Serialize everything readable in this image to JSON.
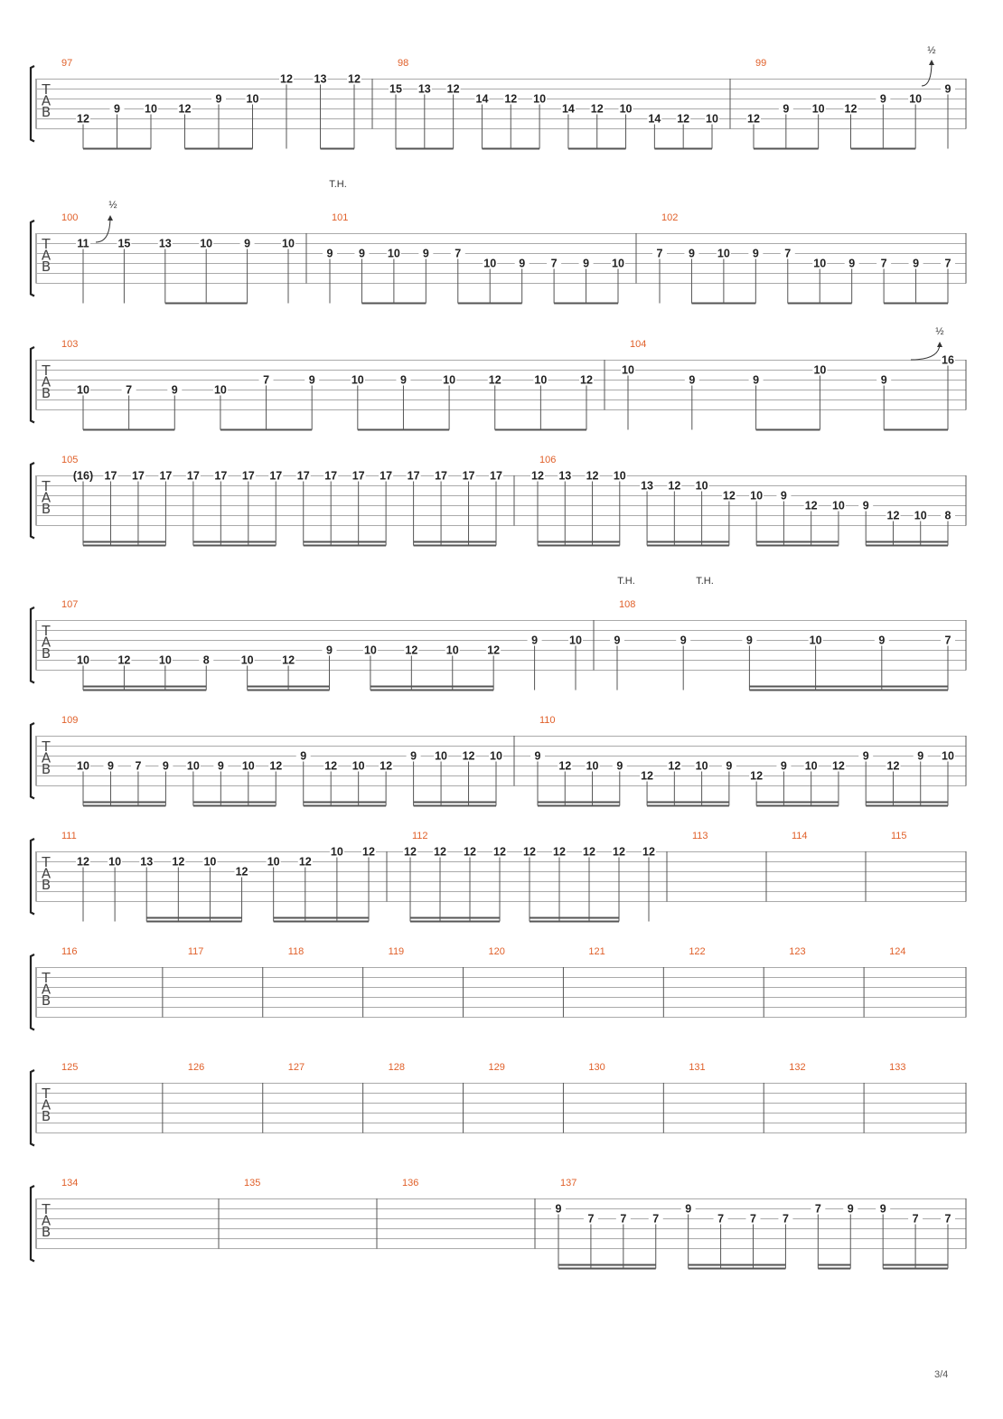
{
  "page": {
    "number": "3/4"
  },
  "tab_letters": [
    "T",
    "A",
    "B"
  ],
  "systems": [
    {
      "measures": [
        {
          "number": "97",
          "notes": [
            {
              "t": "12",
              "s": 4
            },
            {
              "t": "9",
              "s": 3
            },
            {
              "t": "10",
              "s": 3
            },
            {
              "t": "12",
              "s": 3
            },
            {
              "t": "9",
              "s": 2
            },
            {
              "t": "10",
              "s": 2
            },
            {
              "t": "12",
              "s": 0
            },
            {
              "t": "13",
              "s": 0
            },
            {
              "t": "12",
              "s": 0
            }
          ]
        },
        {
          "number": "98",
          "notes": [
            {
              "t": "15",
              "s": 1
            },
            {
              "t": "13",
              "s": 1
            },
            {
              "t": "12",
              "s": 1
            },
            {
              "t": "14",
              "s": 2
            },
            {
              "t": "12",
              "s": 2
            },
            {
              "t": "10",
              "s": 2
            },
            {
              "t": "14",
              "s": 3
            },
            {
              "t": "12",
              "s": 3
            },
            {
              "t": "10",
              "s": 3
            },
            {
              "t": "14",
              "s": 4
            },
            {
              "t": "12",
              "s": 4
            },
            {
              "t": "10",
              "s": 4
            }
          ]
        },
        {
          "number": "99",
          "notes": [
            {
              "t": "12",
              "s": 4
            },
            {
              "t": "9",
              "s": 3
            },
            {
              "t": "10",
              "s": 3
            },
            {
              "t": "12",
              "s": 3
            },
            {
              "t": "9",
              "s": 2
            },
            {
              "t": "10",
              "s": 2
            },
            {
              "t": "9",
              "s": 1
            }
          ]
        }
      ]
    },
    {
      "measures": [
        {
          "number": "100",
          "notes": [
            {
              "t": "11",
              "s": 1
            },
            {
              "t": "15",
              "s": 1
            },
            {
              "t": "13",
              "s": 1
            },
            {
              "t": "10",
              "s": 1
            },
            {
              "t": "9",
              "s": 1
            },
            {
              "t": "10",
              "s": 1
            }
          ]
        },
        {
          "number": "101",
          "notes": [
            {
              "t": "9",
              "s": 2
            },
            {
              "t": "9",
              "s": 2
            },
            {
              "t": "10",
              "s": 2
            },
            {
              "t": "9",
              "s": 2
            },
            {
              "t": "7",
              "s": 2
            },
            {
              "t": "10",
              "s": 3
            },
            {
              "t": "9",
              "s": 3
            },
            {
              "t": "7",
              "s": 3
            },
            {
              "t": "9",
              "s": 3
            },
            {
              "t": "10",
              "s": 3
            }
          ]
        },
        {
          "number": "102",
          "notes": [
            {
              "t": "7",
              "s": 2
            },
            {
              "t": "9",
              "s": 2
            },
            {
              "t": "10",
              "s": 2
            },
            {
              "t": "9",
              "s": 2
            },
            {
              "t": "7",
              "s": 2
            },
            {
              "t": "10",
              "s": 3
            },
            {
              "t": "9",
              "s": 3
            },
            {
              "t": "7",
              "s": 3
            },
            {
              "t": "9",
              "s": 3
            },
            {
              "t": "7",
              "s": 3
            }
          ]
        }
      ]
    },
    {
      "measures": [
        {
          "number": "103",
          "notes": [
            {
              "t": "10",
              "s": 3
            },
            {
              "t": "7",
              "s": 3
            },
            {
              "t": "9",
              "s": 3
            },
            {
              "t": "10",
              "s": 3
            },
            {
              "t": "7",
              "s": 2
            },
            {
              "t": "9",
              "s": 2
            },
            {
              "t": "10",
              "s": 2
            },
            {
              "t": "9",
              "s": 2
            },
            {
              "t": "10",
              "s": 2
            },
            {
              "t": "12",
              "s": 2
            },
            {
              "t": "10",
              "s": 2
            },
            {
              "t": "12",
              "s": 2
            }
          ]
        },
        {
          "number": "104",
          "notes": [
            {
              "t": "10",
              "s": 1
            },
            {
              "t": "9",
              "s": 2
            },
            {
              "t": "9",
              "s": 2
            },
            {
              "t": "10",
              "s": 1
            },
            {
              "t": "9",
              "s": 2
            },
            {
              "t": "16",
              "s": 0
            }
          ]
        }
      ]
    },
    {
      "measures": [
        {
          "number": "105",
          "notes": [
            {
              "t": "(16)",
              "s": 0
            },
            {
              "t": "17",
              "s": 0
            },
            {
              "t": "17",
              "s": 0
            },
            {
              "t": "17",
              "s": 0
            },
            {
              "t": "17",
              "s": 0
            },
            {
              "t": "17",
              "s": 0
            },
            {
              "t": "17",
              "s": 0
            },
            {
              "t": "17",
              "s": 0
            },
            {
              "t": "17",
              "s": 0
            },
            {
              "t": "17",
              "s": 0
            },
            {
              "t": "17",
              "s": 0
            },
            {
              "t": "17",
              "s": 0
            },
            {
              "t": "17",
              "s": 0
            },
            {
              "t": "17",
              "s": 0
            },
            {
              "t": "17",
              "s": 0
            },
            {
              "t": "17",
              "s": 0
            }
          ]
        },
        {
          "number": "106",
          "notes": [
            {
              "t": "12",
              "s": 0
            },
            {
              "t": "13",
              "s": 0
            },
            {
              "t": "12",
              "s": 0
            },
            {
              "t": "10",
              "s": 0
            },
            {
              "t": "13",
              "s": 1
            },
            {
              "t": "12",
              "s": 1
            },
            {
              "t": "10",
              "s": 1
            },
            {
              "t": "12",
              "s": 2
            },
            {
              "t": "10",
              "s": 2
            },
            {
              "t": "9",
              "s": 2
            },
            {
              "t": "12",
              "s": 3
            },
            {
              "t": "10",
              "s": 3
            },
            {
              "t": "9",
              "s": 3
            },
            {
              "t": "12",
              "s": 4
            },
            {
              "t": "10",
              "s": 4
            },
            {
              "t": "8",
              "s": 4
            }
          ]
        }
      ]
    },
    {
      "measures": [
        {
          "number": "107",
          "notes": [
            {
              "t": "10",
              "s": 4
            },
            {
              "t": "12",
              "s": 4
            },
            {
              "t": "10",
              "s": 4
            },
            {
              "t": "8",
              "s": 4
            },
            {
              "t": "10",
              "s": 4
            },
            {
              "t": "12",
              "s": 4
            },
            {
              "t": "9",
              "s": 3
            },
            {
              "t": "10",
              "s": 3
            },
            {
              "t": "12",
              "s": 3
            },
            {
              "t": "10",
              "s": 3
            },
            {
              "t": "12",
              "s": 3
            },
            {
              "t": "9",
              "s": 2
            },
            {
              "t": "10",
              "s": 2
            }
          ]
        },
        {
          "number": "108",
          "notes": [
            {
              "t": "9",
              "s": 2
            },
            {
              "t": "9",
              "s": 2
            },
            {
              "t": "9",
              "s": 2
            },
            {
              "t": "10",
              "s": 2
            },
            {
              "t": "9",
              "s": 2
            },
            {
              "t": "7",
              "s": 2
            }
          ]
        }
      ]
    },
    {
      "measures": [
        {
          "number": "109",
          "notes": [
            {
              "t": "10",
              "s": 3
            },
            {
              "t": "9",
              "s": 3
            },
            {
              "t": "7",
              "s": 3
            },
            {
              "t": "9",
              "s": 3
            },
            {
              "t": "10",
              "s": 3
            },
            {
              "t": "9",
              "s": 3
            },
            {
              "t": "10",
              "s": 3
            },
            {
              "t": "12",
              "s": 3
            },
            {
              "t": "9",
              "s": 2
            },
            {
              "t": "12",
              "s": 3
            },
            {
              "t": "10",
              "s": 3
            },
            {
              "t": "12",
              "s": 3
            },
            {
              "t": "9",
              "s": 2
            },
            {
              "t": "10",
              "s": 2
            },
            {
              "t": "12",
              "s": 2
            },
            {
              "t": "10",
              "s": 2
            }
          ]
        },
        {
          "number": "110",
          "notes": [
            {
              "t": "9",
              "s": 2
            },
            {
              "t": "12",
              "s": 3
            },
            {
              "t": "10",
              "s": 3
            },
            {
              "t": "9",
              "s": 3
            },
            {
              "t": "12",
              "s": 4
            },
            {
              "t": "12",
              "s": 3
            },
            {
              "t": "10",
              "s": 3
            },
            {
              "t": "9",
              "s": 3
            },
            {
              "t": "12",
              "s": 4
            },
            {
              "t": "9",
              "s": 3
            },
            {
              "t": "10",
              "s": 3
            },
            {
              "t": "12",
              "s": 3
            },
            {
              "t": "9",
              "s": 2
            },
            {
              "t": "12",
              "s": 3
            },
            {
              "t": "9",
              "s": 2
            },
            {
              "t": "10",
              "s": 2
            }
          ]
        }
      ]
    },
    {
      "measures": [
        {
          "number": "111",
          "notes": [
            {
              "t": "12",
              "s": 1
            },
            {
              "t": "10",
              "s": 1
            },
            {
              "t": "13",
              "s": 1
            },
            {
              "t": "12",
              "s": 1
            },
            {
              "t": "10",
              "s": 1
            },
            {
              "t": "12",
              "s": 2
            },
            {
              "t": "10",
              "s": 1
            },
            {
              "t": "12",
              "s": 1
            },
            {
              "t": "10",
              "s": 0
            },
            {
              "t": "12",
              "s": 0
            }
          ]
        },
        {
          "number": "112",
          "notes": [
            {
              "t": "12",
              "s": 0
            },
            {
              "t": "12",
              "s": 0
            },
            {
              "t": "12",
              "s": 0
            },
            {
              "t": "12",
              "s": 0
            },
            {
              "t": "12",
              "s": 0
            },
            {
              "t": "12",
              "s": 0
            },
            {
              "t": "12",
              "s": 0
            },
            {
              "t": "12",
              "s": 0
            },
            {
              "t": "12",
              "s": 0
            }
          ]
        },
        {
          "number": "113",
          "notes": []
        },
        {
          "number": "114",
          "notes": []
        },
        {
          "number": "115",
          "notes": []
        }
      ]
    },
    {
      "measures": [
        {
          "number": "116",
          "notes": []
        },
        {
          "number": "117",
          "notes": []
        },
        {
          "number": "118",
          "notes": []
        },
        {
          "number": "119",
          "notes": []
        },
        {
          "number": "120",
          "notes": []
        },
        {
          "number": "121",
          "notes": []
        },
        {
          "number": "122",
          "notes": []
        },
        {
          "number": "123",
          "notes": []
        },
        {
          "number": "124",
          "notes": []
        }
      ]
    },
    {
      "measures": [
        {
          "number": "125",
          "notes": []
        },
        {
          "number": "126",
          "notes": []
        },
        {
          "number": "127",
          "notes": []
        },
        {
          "number": "128",
          "notes": []
        },
        {
          "number": "129",
          "notes": []
        },
        {
          "number": "130",
          "notes": []
        },
        {
          "number": "131",
          "notes": []
        },
        {
          "number": "132",
          "notes": []
        },
        {
          "number": "133",
          "notes": []
        }
      ]
    },
    {
      "measures": [
        {
          "number": "134",
          "notes": []
        },
        {
          "number": "135",
          "notes": []
        },
        {
          "number": "136",
          "notes": []
        },
        {
          "number": "137",
          "notes": [
            {
              "t": "9",
              "s": 1
            },
            {
              "t": "7",
              "s": 2
            },
            {
              "t": "7",
              "s": 2
            },
            {
              "t": "7",
              "s": 2
            },
            {
              "t": "9",
              "s": 1
            },
            {
              "t": "7",
              "s": 2
            },
            {
              "t": "7",
              "s": 2
            },
            {
              "t": "7",
              "s": 2
            },
            {
              "t": "7",
              "s": 1
            },
            {
              "t": "9",
              "s": 1
            },
            {
              "t": "9",
              "s": 1
            },
            {
              "t": "7",
              "s": 2
            },
            {
              "t": "7",
              "s": 2
            }
          ]
        }
      ]
    }
  ],
  "annotations": [
    {
      "text": "½",
      "kind": "bend"
    },
    {
      "text": "½",
      "kind": "bend"
    },
    {
      "text": "½",
      "kind": "bend"
    },
    {
      "text": "T.H.",
      "kind": "technique"
    },
    {
      "text": "T.H.",
      "kind": "technique"
    },
    {
      "text": "T.H.",
      "kind": "technique"
    }
  ]
}
